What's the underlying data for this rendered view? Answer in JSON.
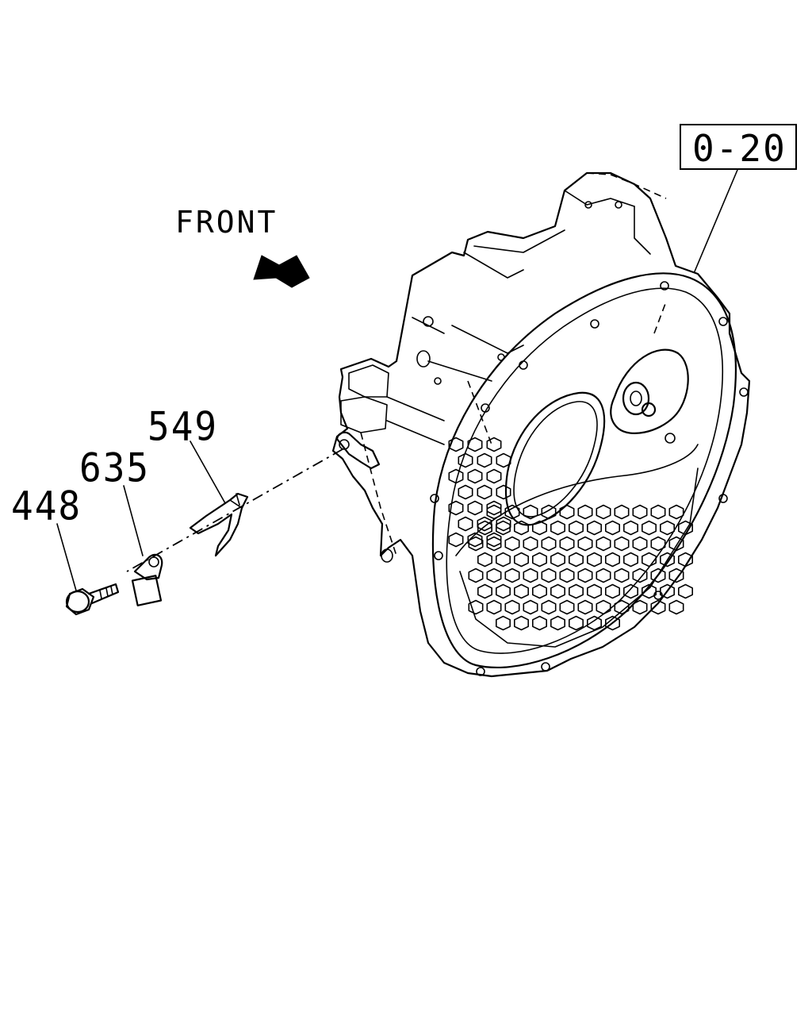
{
  "diagram": {
    "front_label": "FRONT",
    "reference_box": "0-20",
    "callouts": [
      {
        "id": "549",
        "text": "549"
      },
      {
        "id": "635",
        "text": "635"
      },
      {
        "id": "448",
        "text": "448"
      }
    ]
  }
}
